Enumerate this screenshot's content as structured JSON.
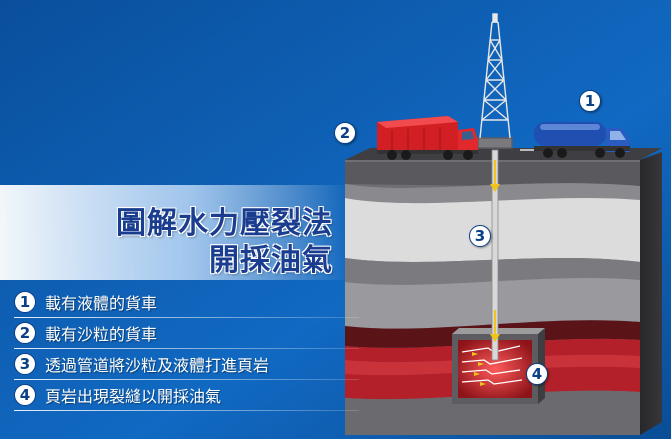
{
  "title": {
    "line1": "圖解水力壓裂法",
    "line2": "開採油氣"
  },
  "legend": [
    {
      "num": "1",
      "text": "載有液體的貨車"
    },
    {
      "num": "2",
      "text": "載有沙粒的貨車"
    },
    {
      "num": "3",
      "text": "透過管道將沙粒及液體打進頁岩"
    },
    {
      "num": "4",
      "text": "頁岩出現裂縫以開採油氣"
    }
  ],
  "callouts": {
    "c1": "1",
    "c2": "2",
    "c3": "3",
    "c4": "4"
  },
  "icons": [
    "tanker-truck",
    "cargo-truck",
    "drilling-rig",
    "well-pipe",
    "fracture-zone"
  ],
  "colors": {
    "background": "#0e5aa8",
    "title": "#1a3d8f",
    "shale": "#b3202a",
    "tanker": "#1f4fb0",
    "truck": "#d11f24"
  }
}
